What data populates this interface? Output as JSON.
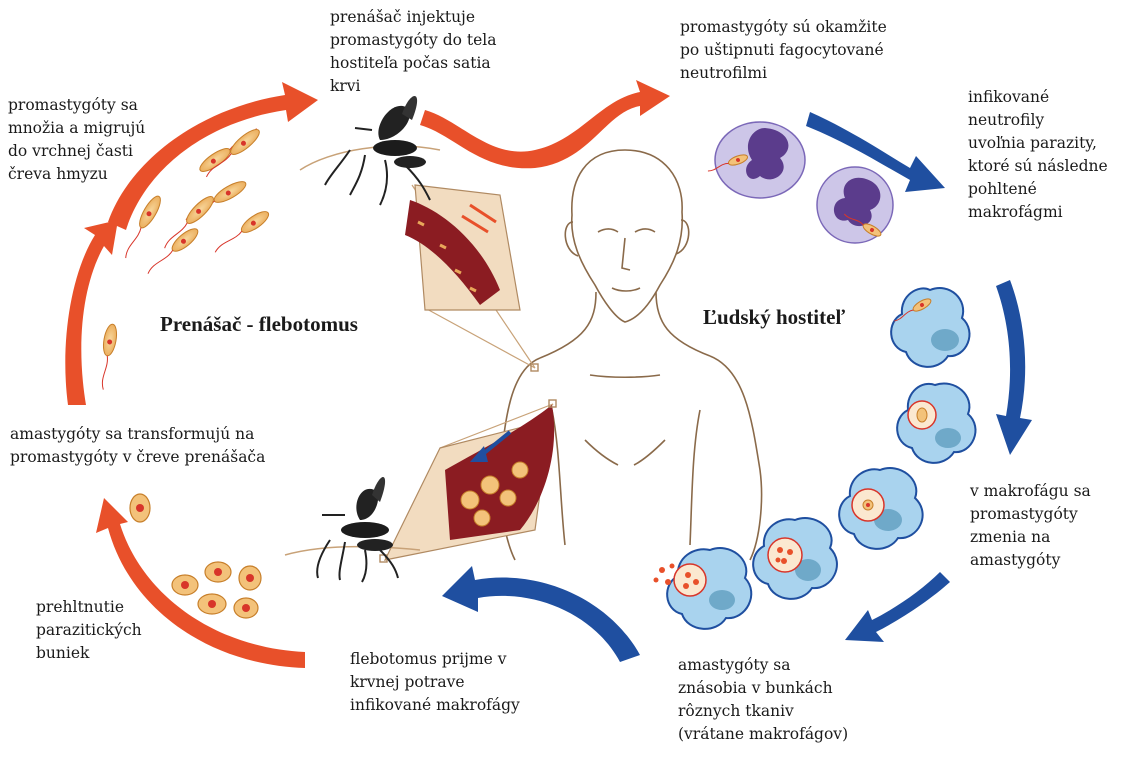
{
  "sections": {
    "vector": "Prenášač - flebotomus",
    "host": "Ľudský hostiteľ"
  },
  "labels": {
    "injection": "prenášač injektuje\npromastygóty do tela\nhostiteľa počas satia\nkrvi",
    "phagocytosed": "promastygóty sú okamžite\npo uštipnuti fagocytované\nneutrofilmi",
    "neutrophils_release": "infikované\nneutrofily\nuvoľnia parazity,\nktoré sú následne\npohltené\nmakrofágmi",
    "transform_in_macrophage": "v makrofágu sa\npromastygóty\nzmenia na\namastygóty",
    "multiply_tissues": "amastygóty sa\nznásobia v bunkách\nrôznych tkaniv\n(vrátane makrofágov)",
    "blood_meal": "flebotomus prijme v\nkrvnej potrave\ninfikované makrofágy",
    "ingestion": "prehltnutie\nparazitických\nbuniek",
    "amastigote_transform": "amastygóty sa transformujú na\npromastygóty v čreve prenášača",
    "multiply_migrate": "promastygóty sa\nmnožia a migrujú\ndo vrchnej časti\nčreva hmyzu"
  },
  "colors": {
    "vector_arrow": "#e8502a",
    "host_arrow": "#1f4fa0",
    "parasite": "#f3c27a",
    "parasite_core": "#d8352a",
    "blood": "#8b1c22",
    "macrophage": "#a9d3ee",
    "neutrophil": "#cdc6e8"
  }
}
